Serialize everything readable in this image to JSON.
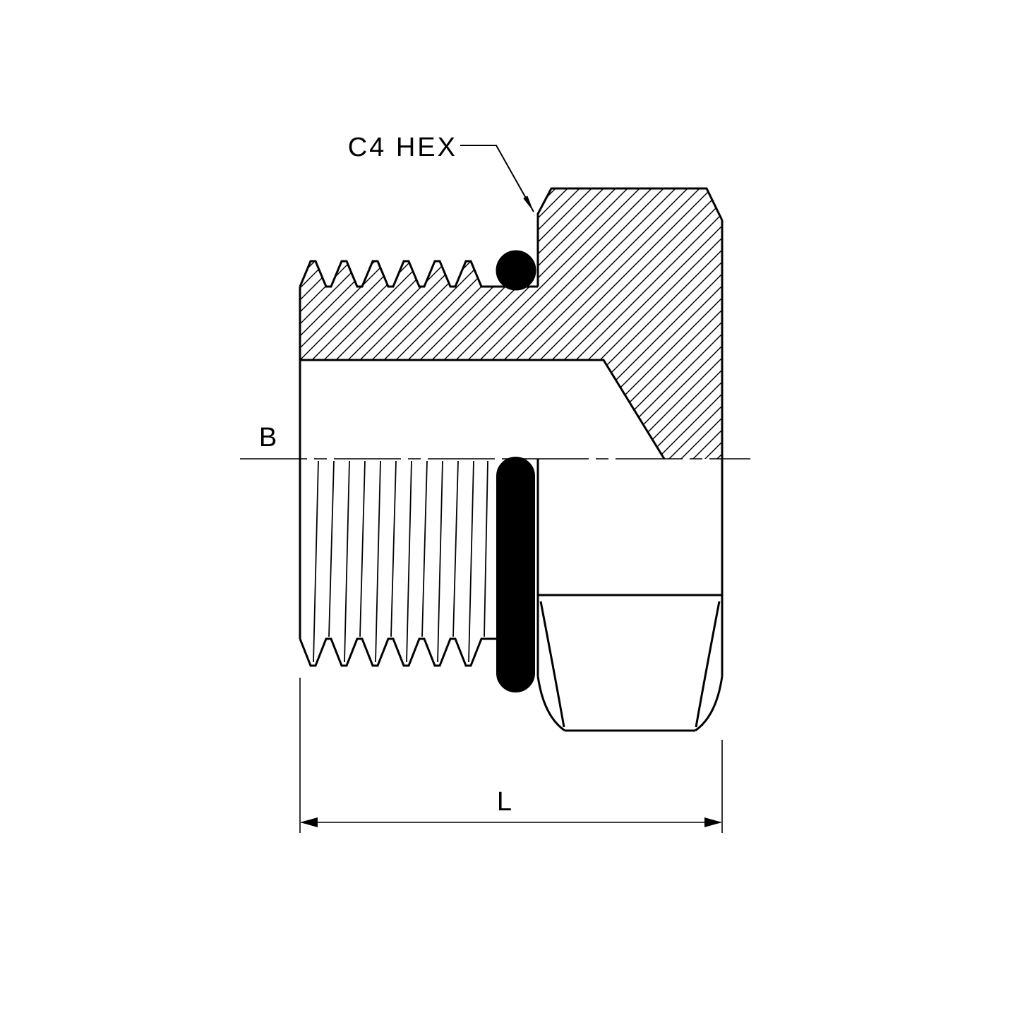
{
  "labels": {
    "hex_callout": "C4 HEX",
    "axis": "B",
    "length": "L"
  },
  "colors": {
    "background": "#ffffff",
    "line": "#000000",
    "o_ring": "#000000"
  }
}
